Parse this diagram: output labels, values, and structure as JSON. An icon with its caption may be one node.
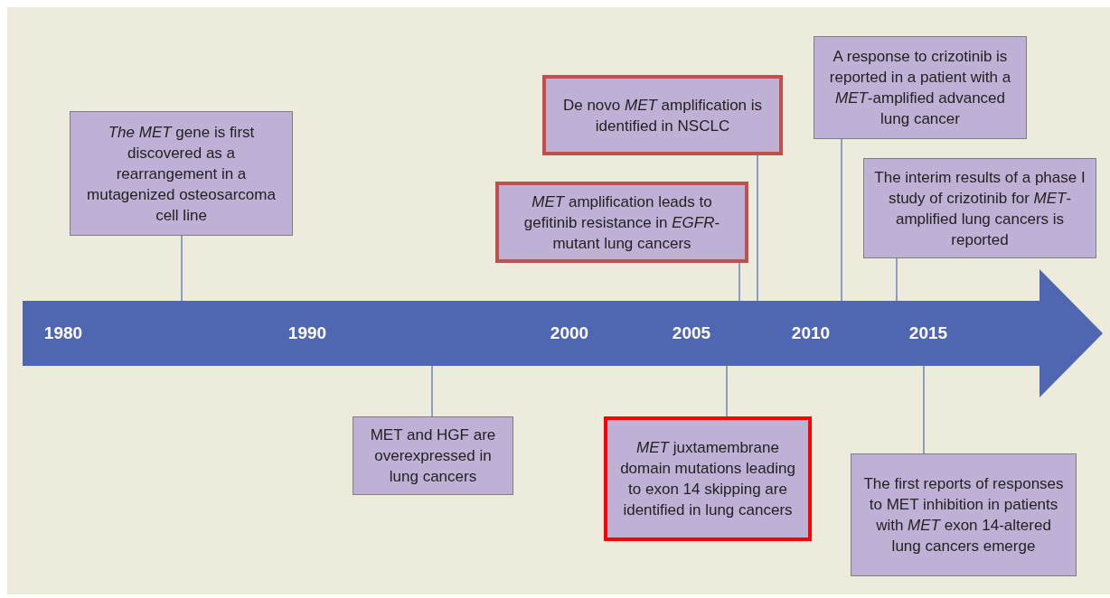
{
  "diagram": {
    "nodes": [
      {
        "text": [
          "*The MET* gene is first discovered as a rearrangement in a mutagenized osteosarcoma cell line"
        ]
      },
      {
        "text": [
          "*MET* amplification leads to gefitinib resistance in *EGFR*-mutant lung cancers"
        ]
      },
      {
        "text": [
          "De novo *MET* amplification is identified in NSCLC"
        ]
      },
      {
        "text": [
          "A response to crizotinib is reported in a patient with a *MET*-amplified advanced lung cancer"
        ]
      },
      {
        "text": [
          "The interim results of a phase I study of crizotinib for *MET*-amplified lung cancers is reported"
        ]
      },
      {
        "text": [],
        "shape": "arrow"
      },
      {
        "text": [
          "MET and HGF are overexpressed in lung cancers"
        ]
      },
      {
        "text": [
          "*MET*  juxtamembrane domain mutations leading to exon 14 skipping are identified in lung cancers"
        ]
      },
      {
        "text": [
          "The first reports of responses to MET inhibition in patients with *MET* exon 14-altered lung cancers emerge"
        ]
      }
    ],
    "edges": [
      {
        "from": 0,
        "to": 5,
        "arrow": "none"
      },
      {
        "from": 1,
        "to": 5,
        "arrow": "none"
      },
      {
        "from": 2,
        "to": 5,
        "arrow": "none"
      },
      {
        "from": 3,
        "to": 5,
        "arrow": "none"
      },
      {
        "from": 4,
        "to": 5,
        "arrow": "none"
      },
      {
        "from": 6,
        "to": 5,
        "arrow": "none"
      },
      {
        "from": 7,
        "to": 5,
        "arrow": "none"
      },
      {
        "from": 8,
        "to": 5,
        "arrow": "none"
      }
    ],
    "labels": [
      "1980",
      "1990",
      "2000",
      "2005",
      "2010",
      "2015"
    ]
  }
}
